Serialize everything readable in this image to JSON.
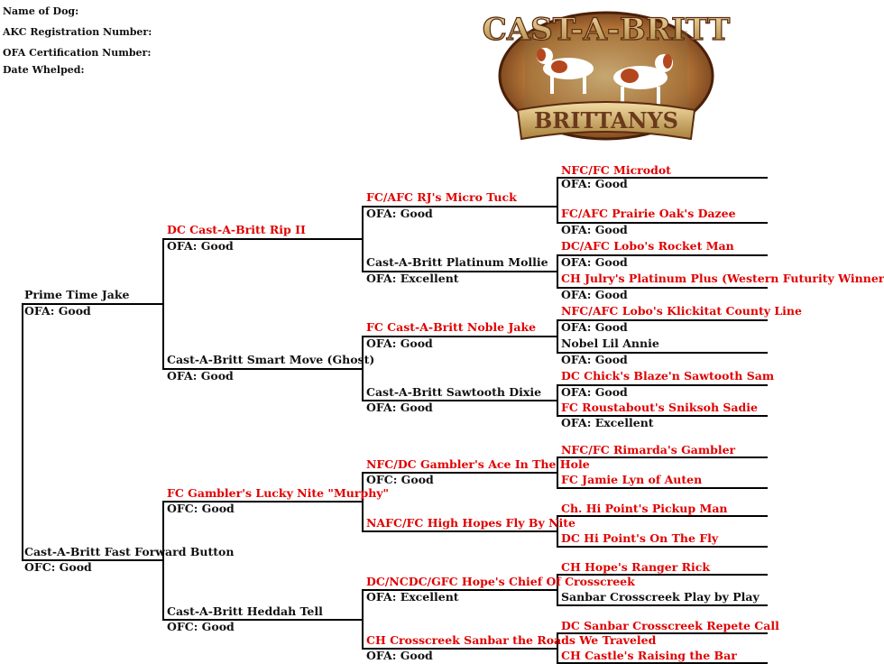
{
  "header": {
    "name_of_dog": "Name of Dog:",
    "akc_registration": "AKC Registration Number:",
    "ofa_certification": "OFA Certification Number:",
    "date_whelped": "Date Whelped:"
  },
  "logo": {
    "top_text": "CAST-A-BRITT",
    "bottom_text": "BRITTANYS"
  },
  "colors": {
    "title_red": "#e00000",
    "line": "#000000",
    "logo_gold": "#c9a25a",
    "logo_brown": "#6b3a1c"
  },
  "pedigree": {
    "gen1": [
      {
        "name": "Prime Time Jake",
        "health": "OFA: Good"
      },
      {
        "name": "Cast-A-Britt Fast Forward Button",
        "health": "OFC: Good"
      }
    ],
    "gen2": [
      {
        "name": "DC Cast-A-Britt Rip II",
        "health": "OFA: Good"
      },
      {
        "name": "Cast-A-Britt Smart Move (Ghost)",
        "health": "OFA: Good"
      },
      {
        "name": "FC Gambler's Lucky Nite \"Murphy\"",
        "health": "OFC: Good"
      },
      {
        "name": "Cast-A-Britt Heddah Tell",
        "health": "OFC: Good"
      }
    ],
    "gen3": [
      {
        "name": "FC/AFC RJ's Micro Tuck",
        "health": "OFA: Good"
      },
      {
        "name": "Cast-A-Britt Platinum Mollie",
        "health": "OFA: Excellent"
      },
      {
        "name": "FC Cast-A-Britt Noble Jake",
        "health": "OFA: Good"
      },
      {
        "name": "Cast-A-Britt Sawtooth Dixie",
        "health": "OFA: Good"
      },
      {
        "name": "NFC/DC Gambler's Ace In The Hole",
        "health": "OFC: Good"
      },
      {
        "name": "NAFC/FC High Hopes Fly By Nite",
        "health": ""
      },
      {
        "name": "DC/NCDC/GFC Hope's Chief Of Crosscreek",
        "health": "OFA: Excellent"
      },
      {
        "name": "CH Crosscreek Sanbar the Roads We Traveled",
        "health": "OFA: Good"
      }
    ],
    "gen4": [
      {
        "name": "NFC/FC Microdot",
        "health": "OFA: Good"
      },
      {
        "name": "FC/AFC Prairie Oak's Dazee",
        "health": "OFA: Good"
      },
      {
        "name": "DC/AFC Lobo's Rocket Man",
        "health": "OFA: Good"
      },
      {
        "name": "CH Julry's Platinum Plus   (Western Futurity Winner)",
        "health": "OFA: Good"
      },
      {
        "name": "NFC/AFC Lobo's Klickitat County Line",
        "health": "OFA: Good"
      },
      {
        "name": "Nobel Lil Annie",
        "health": "OFA: Good"
      },
      {
        "name": "DC Chick's Blaze'n Sawtooth Sam",
        "health": "OFA: Good"
      },
      {
        "name": "FC Roustabout's Sniksoh Sadie",
        "health": "OFA: Excellent"
      },
      {
        "name": "NFC/FC Rimarda's Gambler",
        "health": ""
      },
      {
        "name": "FC Jamie Lyn of Auten",
        "health": ""
      },
      {
        "name": "Ch. Hi Point's Pickup Man",
        "health": ""
      },
      {
        "name": "DC Hi Point's On The Fly",
        "health": ""
      },
      {
        "name": "CH Hope's Ranger Rick",
        "health": ""
      },
      {
        "name": "Sanbar Crosscreek Play by Play",
        "health": ""
      },
      {
        "name": "DC Sanbar Crosscreek Repete Call",
        "health": ""
      },
      {
        "name": "CH Castle's Raising the Bar",
        "health": ""
      }
    ]
  }
}
